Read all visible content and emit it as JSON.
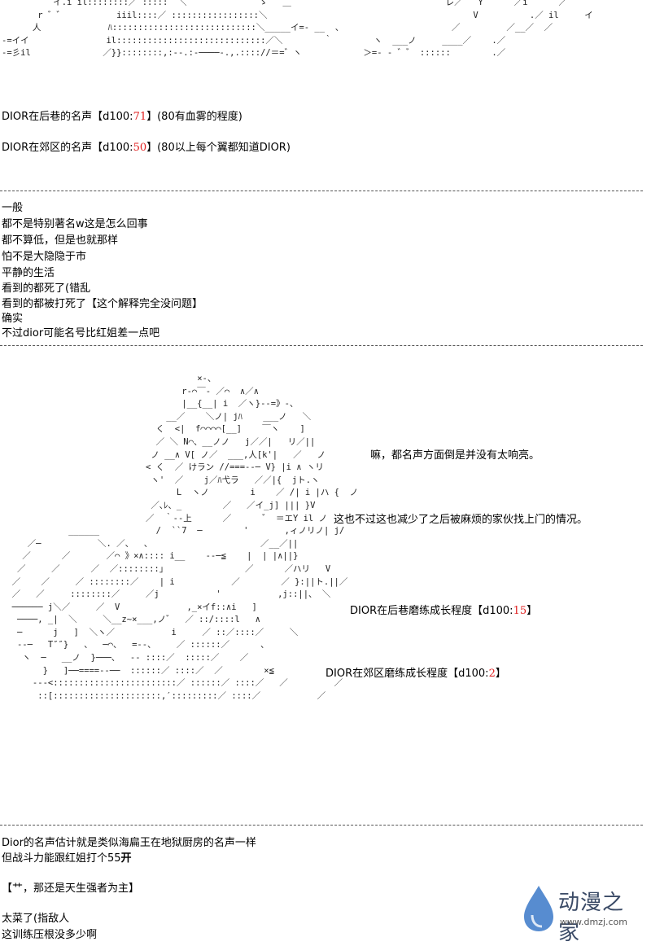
{
  "art_top": [
    "          イ.i il::::::::／ :::::  ＼              ゝ   ＿                              レ／   Y      ／i      ／",
    "       r ゛゛          iiil::::／ :::::::::::::::::＼                                        V          .／ il     イ",
    "      人             ﾊ::::::::::::::::::::::::::::＼_____イ=- __  、                     ／         ／__／  ／",
    "-=イイ               il:::::::::::::::::::::::::::::／＼        ｀        ヽ  ___ノ     ____／    .／",
    "-=彡il              ／}}::::::::,:--.:-────-.,.:::://＝=゛ヽ            ＞=- - ゛゛ ::::::        .／"
  ],
  "rep1": {
    "prefix": "DIOR在后巷的名声【d100:",
    "value": "71",
    "suffix": "】(80有血雾的程度)"
  },
  "rep2": {
    "prefix": "DIOR在郊区的名声【d100:",
    "value": "50",
    "suffix": "】(80以上每个翼都知道DIOR)"
  },
  "comments": [
    "一般",
    "都不是特别著名w这是怎么回事",
    "都不算低，但是也就那样",
    "怕不是大隐隐于市",
    "平静的生活",
    "看到的都死了(错乱",
    "看到的都被打死了【这个解释完全没问题】",
    "确实",
    "不过dior可能名号比红姐差一点吧"
  ],
  "art_char": [
    "                                      ×‐、",
    "                                   r‐⌒￣‐ ／⌒  ∧／∧",
    "                                   |__{__| i  ／ヽ}--=》-、",
    "                                __／    ＼ノ| jﾊ    ___ノ   ＼",
    "                              く  <|  f⌒⌒⌒⌒[__]    ￣ヽ    ]",
    "                              ／ ＼ N⌒、__ノノ   j／／|   リ／||",
    "                             ノ __∧ V[ ノ／  ___,人[k'|   ／   ノ",
    "                            < く  ／ けラン //===--─ V} |i ∧ ヽリ",
    "                             ヽ'  ／    j／ﾊ弋ラ   ／／|{  jト.ヽ",
    "                                  L  ヽノ        i    ／ /| i |ハ {  ノ",
    "                             ／､ﾚ、_        ／   ／イ_j] ||| }V",
    "                            ／  ｀--上      ／      ゛ ＝エY il ノ",
    "             ______           /  ``7  ─        '       ,ィノリノ| j/",
    "     ／─           ＼. ／、  、                     ／__／||",
    "    ／      ／       ／⌒ 》×∧:::: i__    --─≦    |  | |∧||}",
    "   ／     ／      ／  ／::::::::」               ／      ／ハリ   V",
    "  ／    ／     ／ ::::::::／    | i           ／        ／ }:||ト.||／",
    "  ／   ／     ::::::::／     ／j           '           ,j::||、 ＼",
    "  ────── j＼／     ／  V             ,_×イf::∧i   ]",
    "   ────, _|  ＼     ＼__z~×___,ノ゛  ／ ::/::::l   ∧",
    "   ─      j   ]  ＼ヽ／           i     ／ ::／::::／     ＼",
    "   --─   T″″}   、  ─⌒、  =--、    ／ ::::::／      、",
    "    ヽ  ─   __ノ  }───、  -- ::::／  :::::／    ／",
    "        }   ]──====--──  ::::::／ ::::／  ／        ×≦",
    "      ---<::::::::::::::::::::::::／ ::::::／ ::::／   ／         ／",
    "       ::[:::::::::::::::::::::,′:::::::::／ ::::／           ／"
  ],
  "side1": "嘛，都名声方面倒是并没有太响亮。",
  "side2": "这也不过这也减少了之后被麻烦的家伙找上门的情况。",
  "grow1": {
    "prefix": "DIOR在后巷磨练成长程度【d100:",
    "value": "15",
    "suffix": "】"
  },
  "grow2": {
    "prefix": "DIOR在郊区磨练成长程度【d100:",
    "value": "2",
    "suffix": "】"
  },
  "bottom": {
    "l1": "Dior的名声估计就是类似海扁王在地狱厨房的名声一样",
    "l2": "但战斗力能跟红姐打个55",
    "l2b": "开",
    "l3": "【艹，那还是天生强者为主】",
    "l4": "太菜了(指敌人",
    "l5": "这训练压根没多少啊"
  },
  "watermark": {
    "brand": "动漫之家",
    "url": "www.dmzj.com"
  },
  "colors": {
    "accent_red": "#e02020",
    "logo_blue": "#3a78c8"
  }
}
